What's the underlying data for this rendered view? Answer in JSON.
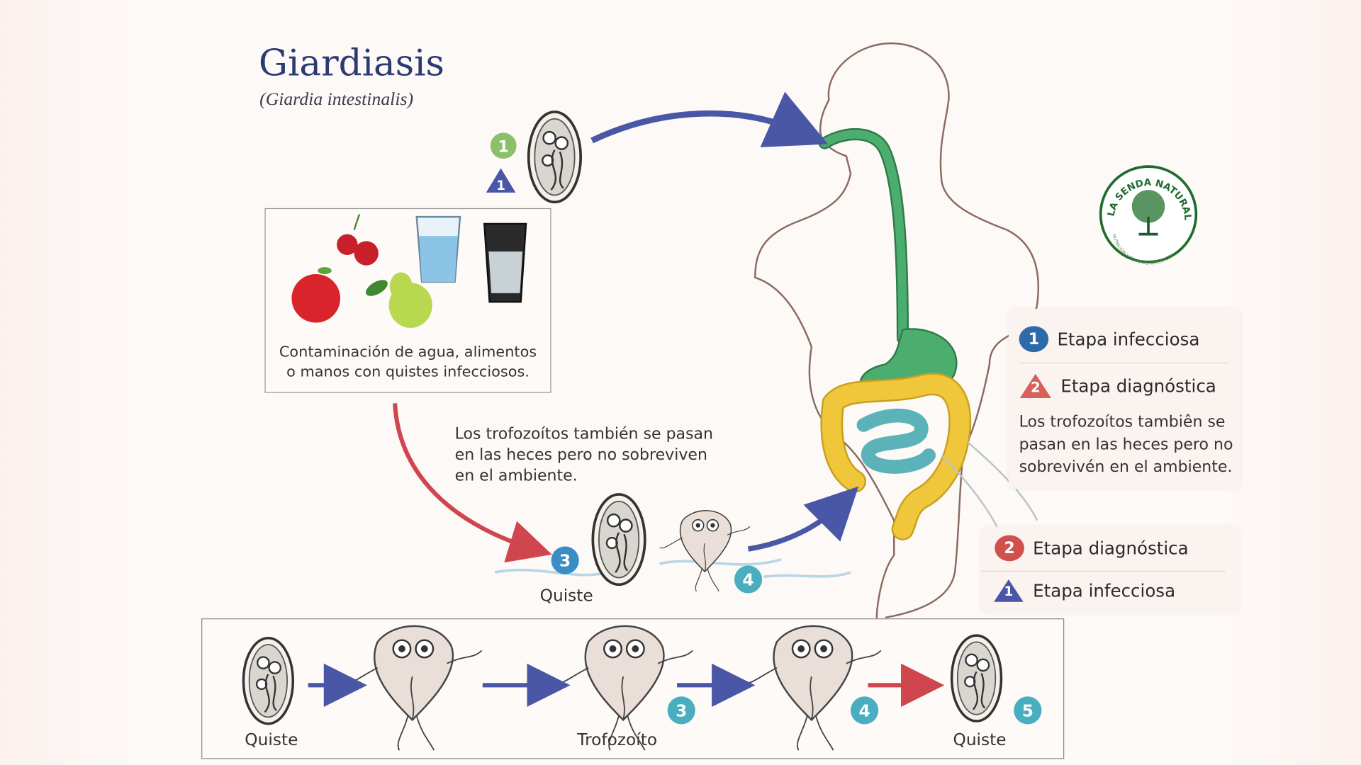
{
  "title": "Giardiasis",
  "subtitle": "(Giardia intestinalis)",
  "contamination": {
    "text_line1": "Contaminación de agua, alimentos",
    "text_line2": "o manos con quistes infecciosos."
  },
  "note": {
    "line1": "Los trofozoítos también se pasan",
    "line2": "en las heces pero no sobreviven",
    "line3": "en el ambiente."
  },
  "markers": {
    "top_circle": "1",
    "top_triangle": "1",
    "cyst_step": "3",
    "troph_step": "4"
  },
  "labels": {
    "cyst": "Quiste"
  },
  "legend_top": {
    "item1": {
      "number": "1",
      "label": "Etapa infecciosa"
    },
    "item2": {
      "number": "2",
      "label": "Etapa diagnóstica"
    },
    "note_line1": "Los trofozoítos tambiên se",
    "note_line2": "pasan en las heces pero no",
    "note_line3": "sobrevivén en el ambiente."
  },
  "legend_bottom": {
    "item1": {
      "number": "2",
      "label": "Etapa diagnóstica"
    },
    "item2": {
      "number": "1",
      "label": "Etapa infecciosa"
    }
  },
  "lifecycle": {
    "label_start": "Quiste",
    "label_middle": "Trofozoíto",
    "label_end": "Quiste",
    "steps": [
      "3",
      "4",
      "5"
    ]
  },
  "logo": {
    "name": "LA SENDA NATURAL",
    "tagline": "NUTRICIÓN Y TERAPIAS NATURALES"
  },
  "colors": {
    "title": "#2c3a72",
    "infective_blue": "#4a56a6",
    "diagnostic_red": "#d0464e",
    "step_teal": "#3a9ec4",
    "stomach_green": "#4cae6e",
    "colon_yellow": "#f0c63a",
    "intestine_teal": "#5bb3b9",
    "logo_green": "#1e6b2e"
  }
}
